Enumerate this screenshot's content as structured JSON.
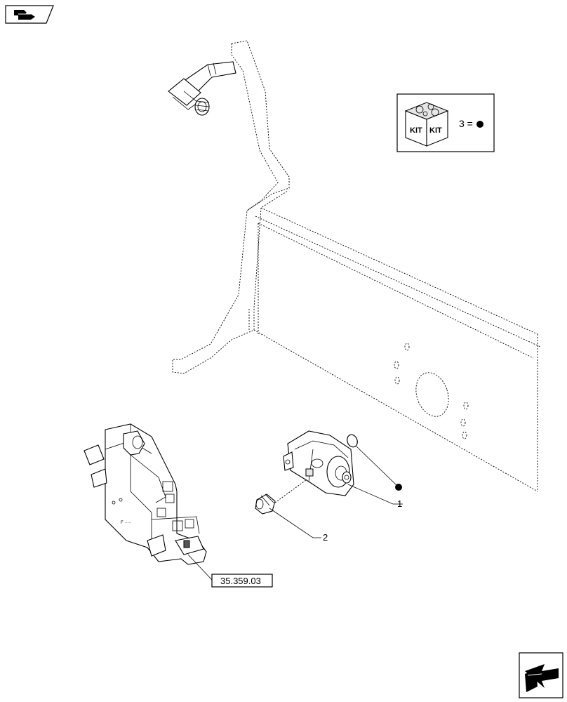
{
  "callouts": {
    "part1": "1",
    "part2": "2",
    "kit_line": "3 ="
  },
  "kit_box": {
    "word_left": "KIT",
    "word_right": "KIT"
  },
  "reference": {
    "label": "35.359.03"
  },
  "icons": {
    "top_left": "book-arrow-icon",
    "bottom_right": "next-page-arrow-icon",
    "kit": "kit-box-icon",
    "kit_dot": "filled-dot-icon"
  }
}
